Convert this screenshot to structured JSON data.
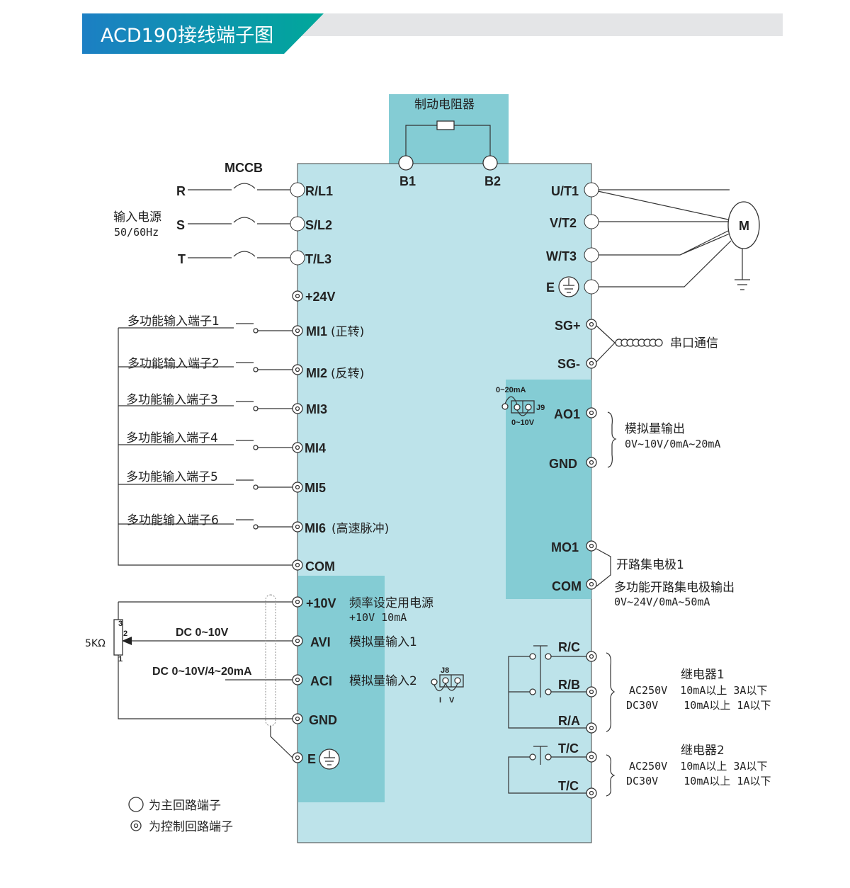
{
  "header": {
    "title": "ACD190接线端子图"
  },
  "colors": {
    "panel": "#bde3ea",
    "panel_dark": "#84ccd4",
    "header_start": "#1c7fc4",
    "header_end": "#00a89a"
  },
  "brake": {
    "label": "制动电阻器",
    "b1": "B1",
    "b2": "B2"
  },
  "input": {
    "mccb": "MCCB",
    "r": "R",
    "s": "S",
    "t": "T",
    "label": "输入电源",
    "freq": "50/60Hz"
  },
  "main_left": [
    "R/L1",
    "S/L2",
    "T/L3"
  ],
  "main_right": [
    "U/T1",
    "V/T2",
    "W/T3",
    "E"
  ],
  "motor": "M",
  "ctrl_left": {
    "p24": "+24V",
    "mi1": "MI1",
    "mi1_note": "(正转)",
    "mi2": "MI2",
    "mi2_note": "(反转)",
    "mi3": "MI3",
    "mi4": "MI4",
    "mi5": "MI5",
    "mi6": "MI6",
    "mi6_note": "(高速脉冲)",
    "com": "COM",
    "p10": "+10V",
    "avi": "AVI",
    "aci": "ACI",
    "gnd": "GND",
    "e": "E"
  },
  "mi_labels": [
    "多功能输入端子1",
    "多功能输入端子2",
    "多功能输入端子3",
    "多功能输入端子4",
    "多功能输入端子5",
    "多功能输入端子6"
  ],
  "analog": {
    "p10_desc": "频率设定用电源",
    "p10_spec": "+10V 10mA",
    "avi_desc": "模拟量输入1",
    "aci_desc": "模拟量输入2",
    "dc1": "DC 0~10V",
    "dc2": "DC 0~10V/4~20mA",
    "pot": "5KΩ",
    "pin3": "3",
    "pin2": "2",
    "pin1": "1",
    "j8": "J8",
    "j8_i": "I",
    "j8_v": "V"
  },
  "comm": {
    "sgp": "SG+",
    "sgm": "SG-",
    "label": "串口通信"
  },
  "ao": {
    "j9_top": "0~20mA",
    "j9": "J9",
    "j9_bottom": "0~10V",
    "ao1": "AO1",
    "gnd": "GND",
    "desc": "模拟量输出",
    "spec": "0V~10V/0mA~20mA"
  },
  "mo": {
    "mo1": "MO1",
    "com": "COM",
    "desc1": "开路集电极1",
    "desc2": "多功能开路集电极输出",
    "spec": "0V~24V/0mA~50mA"
  },
  "relay1": {
    "rc": "R/C",
    "rb": "R/B",
    "ra": "R/A",
    "title": "继电器1",
    "ac": "AC250V  10mA以上 3A以下",
    "dc": "DC30V    10mA以上 1A以下"
  },
  "relay2": {
    "tc1": "T/C",
    "tc2": "T/C",
    "title": "继电器2",
    "ac": "AC250V  10mA以上 3A以下",
    "dc": "DC30V    10mA以上 1A以下"
  },
  "legend": {
    "main": "为主回路端子",
    "ctrl": "为控制回路端子"
  }
}
